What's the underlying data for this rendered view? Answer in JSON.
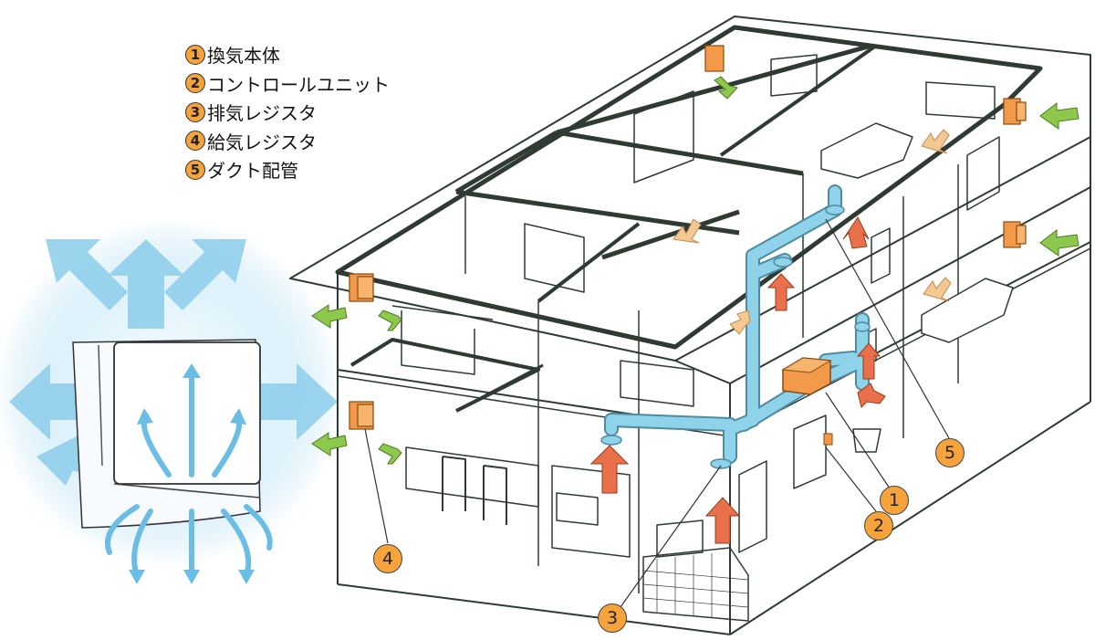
{
  "legend": [
    {
      "num": "1",
      "label": "換気本体"
    },
    {
      "num": "2",
      "label": "コントロールユニット"
    },
    {
      "num": "3",
      "label": "排気レジスタ"
    },
    {
      "num": "4",
      "label": "給気レジスタ"
    },
    {
      "num": "5",
      "label": "ダクト配管"
    }
  ],
  "callouts": {
    "c1": "1",
    "c2": "2",
    "c3": "3",
    "c4": "4",
    "c5": "5"
  },
  "colors": {
    "legend_circle": "#f5a33a",
    "device_orange": "#f29a4a",
    "duct_blue": "#8fd3ea",
    "supply_green": "#8cc84b",
    "exhaust_tan": "#f4c892",
    "exhaust_red": "#e8704a",
    "wall_line": "#2f3a33",
    "air_blue": "#9bd4ef"
  }
}
